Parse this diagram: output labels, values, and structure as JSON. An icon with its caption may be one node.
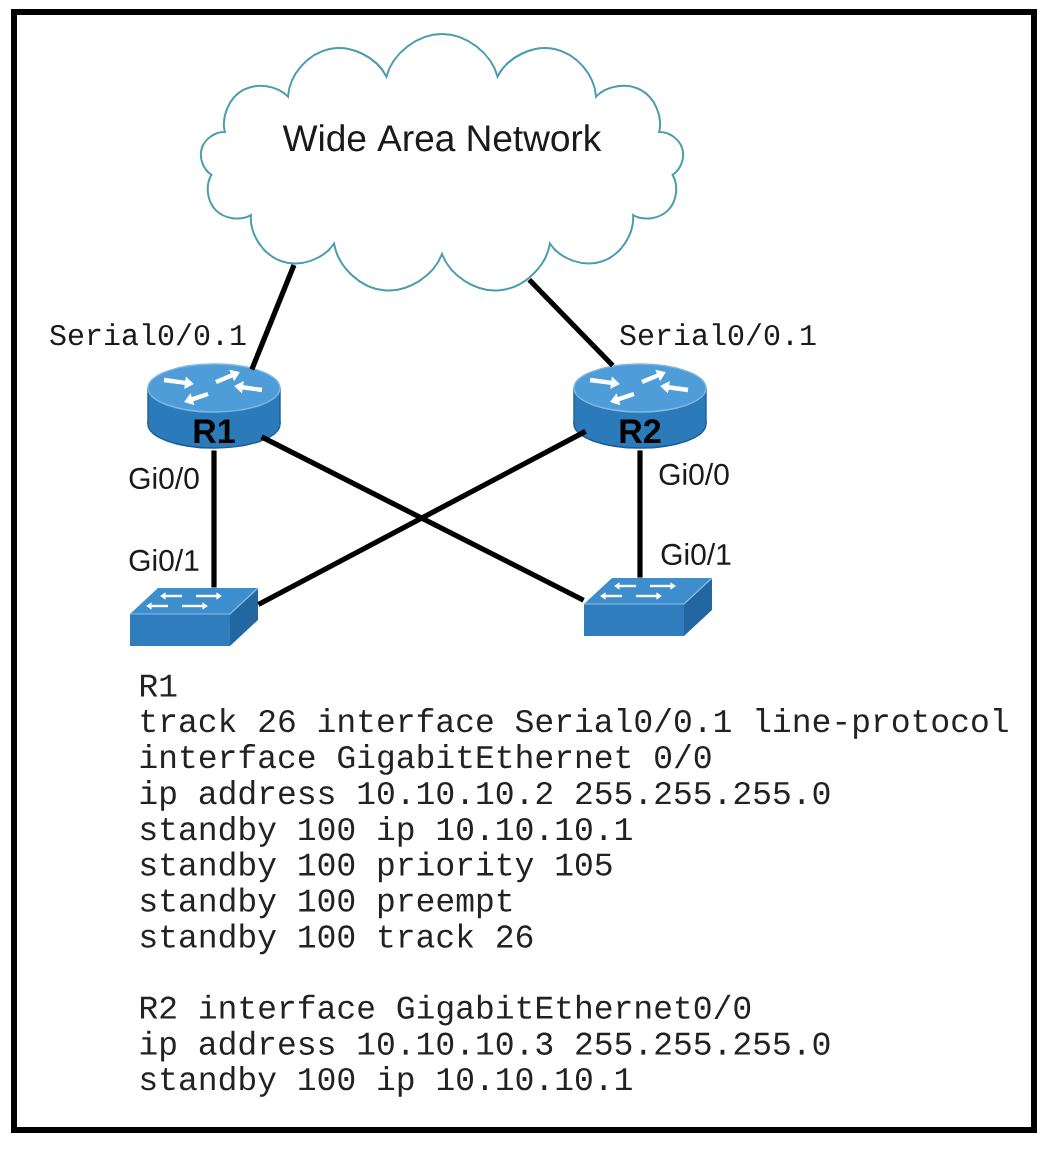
{
  "diagram": {
    "nodes": [
      {
        "text": [
          "Wide Area Network"
        ]
      },
      {
        "text": [
          "R1"
        ],
        "beside": [
          "Serial0/0.1",
          "Gi0/0"
        ]
      },
      {
        "text": [
          "R2"
        ],
        "beside": [
          "Serial0/0.1",
          "Gi0/0"
        ]
      },
      {
        "text": [],
        "shape": "picture",
        "beside": [
          "Gi0/1"
        ]
      },
      {
        "text": [],
        "shape": "picture",
        "beside": [
          "Gi0/1"
        ]
      }
    ],
    "edges": [
      {
        "from": 0,
        "to": 1,
        "arrow": "none"
      },
      {
        "from": 0,
        "to": 2,
        "arrow": "none"
      },
      {
        "from": 1,
        "to": 3,
        "arrow": "none"
      },
      {
        "from": 1,
        "to": 4,
        "arrow": "none"
      },
      {
        "from": 2,
        "to": 3,
        "arrow": "none"
      },
      {
        "from": 2,
        "to": 4,
        "arrow": "none"
      }
    ],
    "labels": [
      "R1",
      "track 26 interface Serial0/0.1 line-protocol",
      "interface GigabitEthernet 0/0",
      "ip address 10.10.10.2 255.255.255.0",
      "standby 100 ip 10.10.10.1",
      "standby 100 priority 105",
      "standby 100 preempt",
      "standby 100 track 26",
      "R2 interface GigabitEthernet0/0",
      "ip address 10.10.10.3 255.255.255.0",
      "standby 100 ip 10.10.10.1"
    ]
  }
}
